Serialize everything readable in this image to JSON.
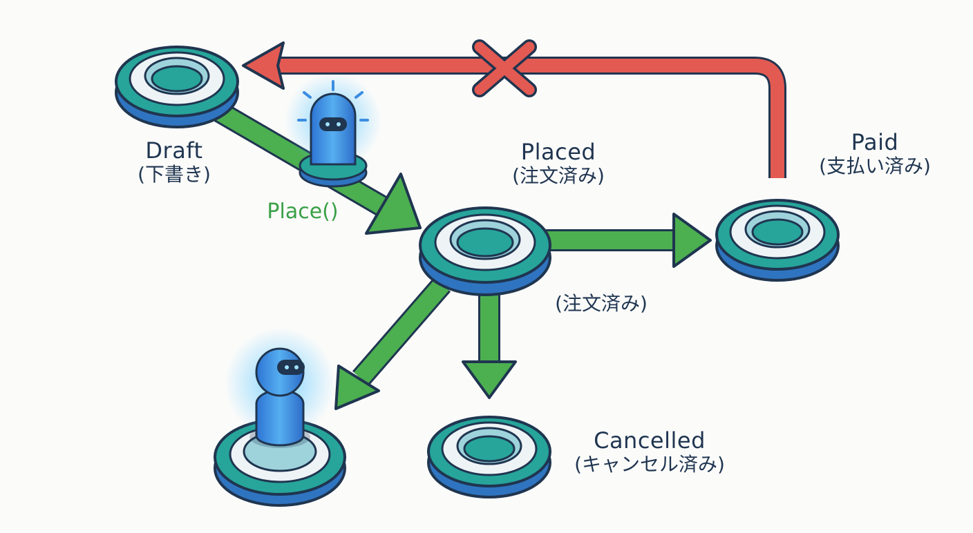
{
  "states": {
    "draft": {
      "name": "Draft",
      "jp": "(下書き)"
    },
    "placed": {
      "name": "Placed",
      "jp": "(注文済み)"
    },
    "paid": {
      "name": "Paid",
      "jp": "(支払い済み)"
    },
    "cancelled": {
      "name": "Cancelled",
      "jp": "(キャンセル済み)"
    }
  },
  "transitions": {
    "place_label": "Place()",
    "placed_to_paid_label": "(注文済み)"
  },
  "colors": {
    "valid_arrow": "#4caf50",
    "blocked_arrow": "#e35a52",
    "ring_teal": "#27a59a",
    "ring_blue": "#2f74c0",
    "robot_blue": "#3b8de0",
    "ink": "#1f3550"
  },
  "icons": {
    "blocked_marker": "cross-icon",
    "token": "robot-icon"
  }
}
